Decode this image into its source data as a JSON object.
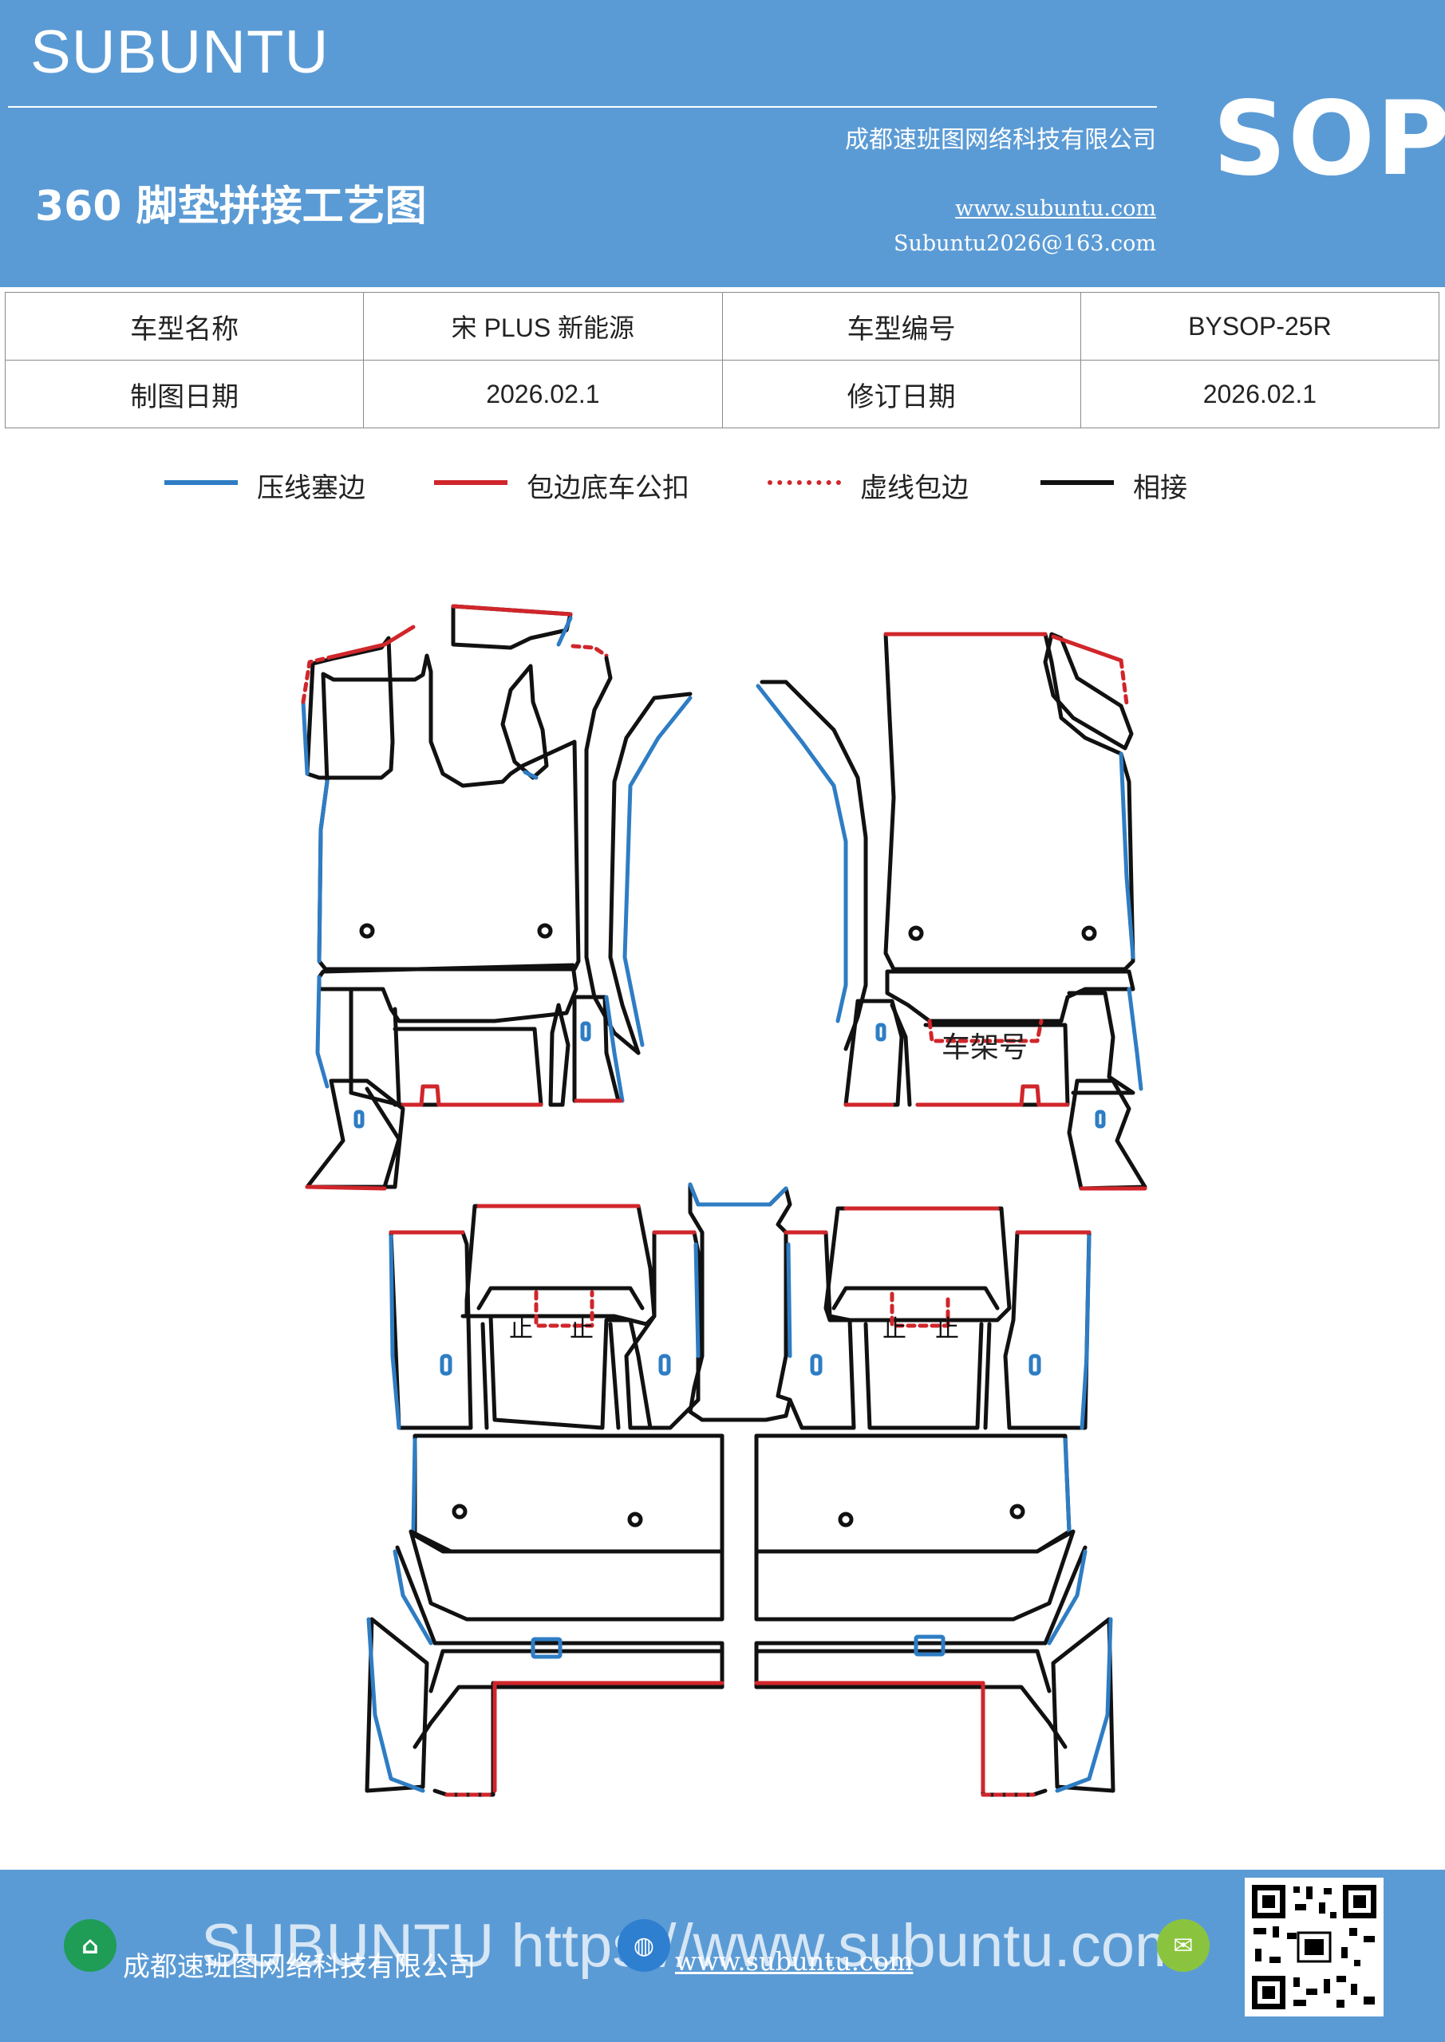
{
  "header": {
    "brand": "SUBUNTU",
    "company": "成都速班图网络科技有限公司",
    "title": "360 脚垫拼接工艺图",
    "website": "www.subuntu.com",
    "email": "Subuntu2026@163.com",
    "badge": "SOP"
  },
  "info_table": {
    "rows": [
      [
        "车型名称",
        "宋 PLUS 新能源",
        "车型编号",
        "BYSOP-25R"
      ],
      [
        "制图日期",
        "2026.02.1",
        "修订日期",
        "2026.02.1"
      ]
    ]
  },
  "legend": [
    {
      "label": "压线塞边",
      "color": "#2e7dc4",
      "style": "solid"
    },
    {
      "label": "包边底车公扣",
      "color": "#d0262b",
      "style": "solid"
    },
    {
      "label": "虚线包边",
      "color": "#d0262b",
      "style": "dashed"
    },
    {
      "label": "相接",
      "color": "#111111",
      "style": "solid"
    }
  ],
  "diagram": {
    "vin_label": "车架号",
    "clip_glyph": "止",
    "slot_glyph": "0"
  },
  "footer": {
    "company": "成都速班图网络科技有限公司",
    "website": "www.subuntu.com",
    "watermark": "SUBUNTU https://www.subuntu.com",
    "icons": [
      "building-icon",
      "globe-icon",
      "wechat-icon",
      "qr-code"
    ]
  }
}
